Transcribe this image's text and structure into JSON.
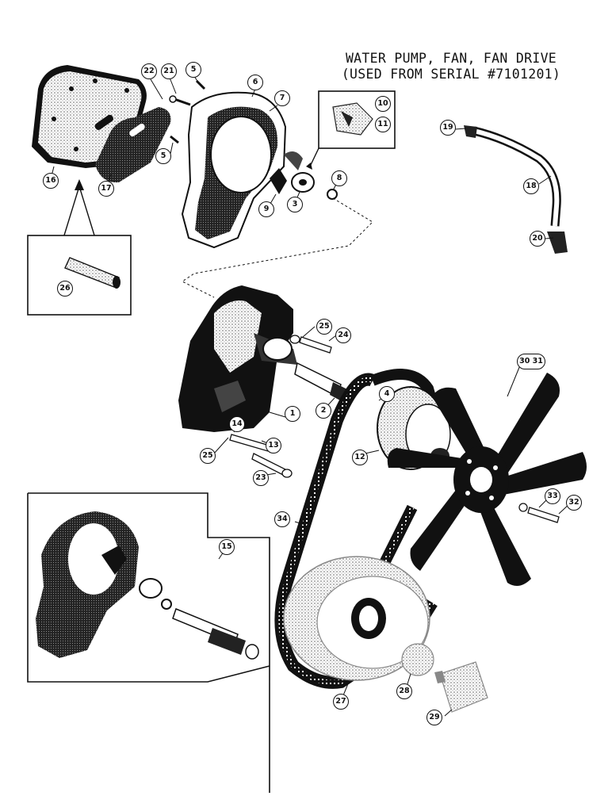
{
  "title": {
    "line1": "WATER PUMP, FAN, FAN DRIVE",
    "line2": "(USED FROM SERIAL #7101201)"
  },
  "callouts": {
    "c1": "1",
    "c2": "2",
    "c3": "3",
    "c4": "4",
    "c5a": "5",
    "c5b": "5",
    "c6": "6",
    "c7": "7",
    "c8": "8",
    "c9": "9",
    "c10": "10",
    "c11": "11",
    "c12": "12",
    "c13": "13",
    "c14": "14",
    "c15": "15",
    "c16": "16",
    "c17": "17",
    "c18": "18",
    "c19": "19",
    "c20": "20",
    "c21": "21",
    "c22": "22",
    "c23": "23",
    "c24": "24",
    "c25a": "25",
    "c25b": "25",
    "c26": "26",
    "c27": "27",
    "c28": "28",
    "c29": "29",
    "c3031": "30 31",
    "c32": "32",
    "c33": "33",
    "c34": "34"
  }
}
